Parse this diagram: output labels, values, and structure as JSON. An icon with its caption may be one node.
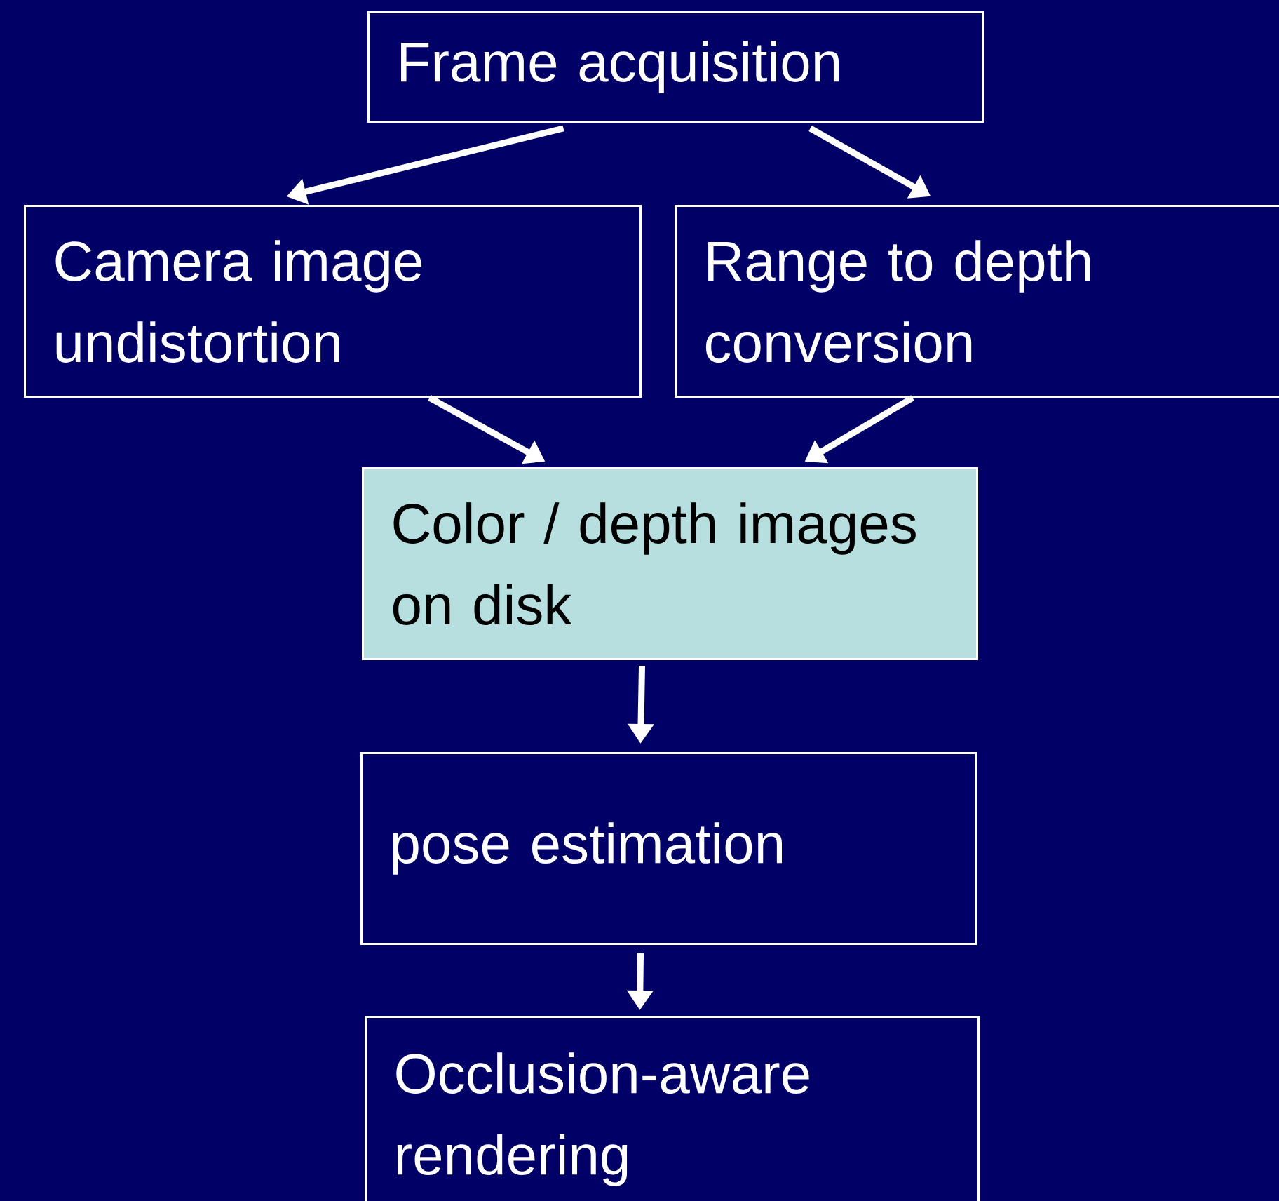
{
  "diagram": {
    "nodes": [
      {
        "text": [
          "Frame acquisition"
        ]
      },
      {
        "text": [
          "Camera image undistortion"
        ]
      },
      {
        "text": [
          "Range to depth conversion"
        ]
      },
      {
        "text": [
          "Color / depth images on disk"
        ]
      },
      {
        "text": [
          "pose estimation"
        ]
      },
      {
        "text": [
          "Occlusion-aware rendering"
        ]
      }
    ],
    "edges": [
      {
        "from": 0,
        "to": 1,
        "arrow": "to"
      },
      {
        "from": 0,
        "to": 2,
        "arrow": "to"
      },
      {
        "from": 1,
        "to": 3,
        "arrow": "to"
      },
      {
        "from": 2,
        "to": 3,
        "arrow": "to"
      },
      {
        "from": 3,
        "to": 4,
        "arrow": "to"
      },
      {
        "from": 4,
        "to": 5,
        "arrow": "to"
      }
    ]
  }
}
